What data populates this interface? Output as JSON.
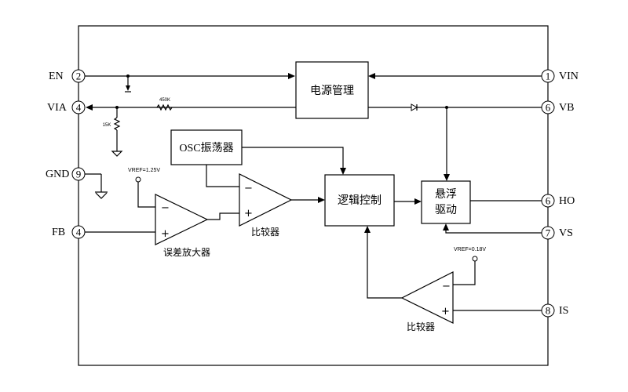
{
  "pins": [
    {
      "key": "en",
      "num": "2",
      "label": "EN"
    },
    {
      "key": "via",
      "num": "4",
      "label": "VIA"
    },
    {
      "key": "gnd",
      "num": "9",
      "label": "GND"
    },
    {
      "key": "fb",
      "num": "4",
      "label": "FB"
    },
    {
      "key": "vin",
      "num": "1",
      "label": "VIN"
    },
    {
      "key": "vb",
      "num": "6",
      "label": "VB"
    },
    {
      "key": "ho",
      "num": "6",
      "label": "HO"
    },
    {
      "key": "vs",
      "num": "7",
      "label": "VS"
    },
    {
      "key": "is",
      "num": "8",
      "label": "IS"
    }
  ],
  "blocks": {
    "power_mgmt": "电源管理",
    "osc": "OSC振荡器",
    "logic": "逻辑控制",
    "float_drive_line1": "悬浮",
    "float_drive_line2": "驱动"
  },
  "amps": {
    "error_amp": "误差放大器",
    "comparator_top": "比较器",
    "comparator_bottom": "比较器"
  },
  "resistors": {
    "r_series": "450K",
    "r_shunt": "15K"
  },
  "references": {
    "vref_ea": "VREF=1.25V",
    "vref_is": "VREF=0.18V"
  },
  "signs": {
    "minus": "−",
    "plus": "+"
  }
}
